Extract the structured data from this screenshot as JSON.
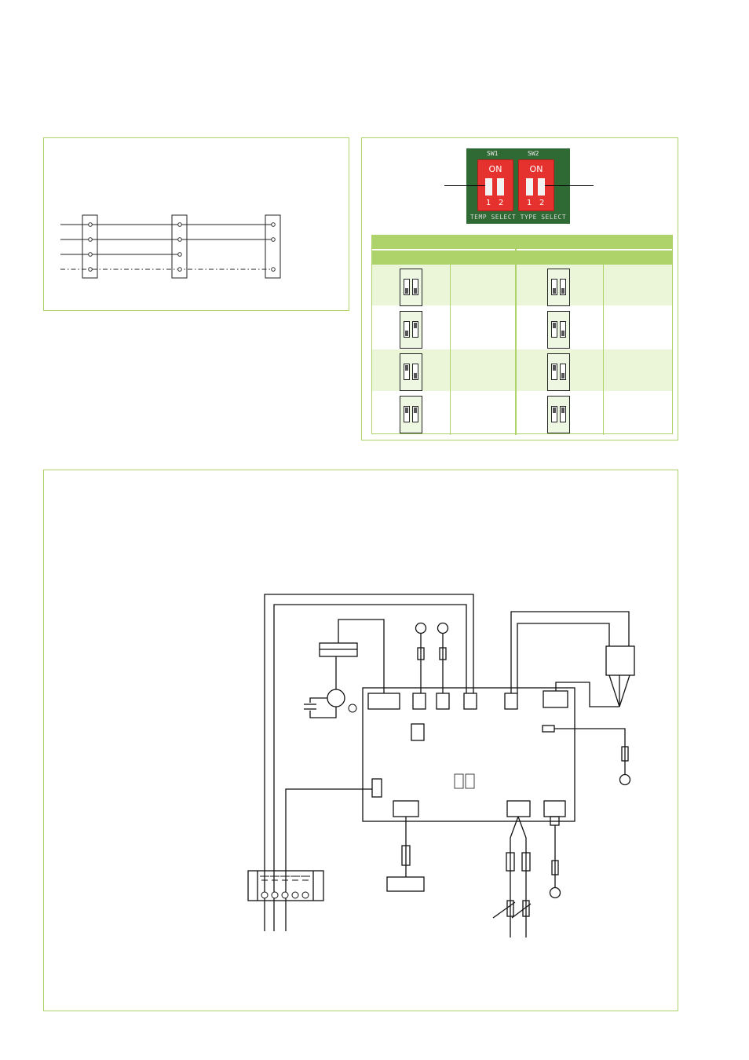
{
  "photo": {
    "sw1_label": "SW1",
    "sw2_label": "SW2",
    "on_label": "ON",
    "pos1": "1",
    "pos2": "2",
    "board_text": "TEMP SELECT  TYPE SELECT"
  },
  "dip_table": {
    "left_column": [
      {
        "sw1": "down",
        "sw2": "down"
      },
      {
        "sw1": "down",
        "sw2": "up"
      },
      {
        "sw1": "up",
        "sw2": "down"
      },
      {
        "sw1": "up",
        "sw2": "up"
      }
    ],
    "right_column": [
      {
        "sw1": "down",
        "sw2": "down"
      },
      {
        "sw1": "up",
        "sw2": "down"
      },
      {
        "sw1": "up",
        "sw2": "down"
      },
      {
        "sw1": "up",
        "sw2": "up"
      }
    ]
  },
  "colors": {
    "accent_green": "#aed36a",
    "row_shade": "#ebf5d8",
    "dip_red": "#e6322e",
    "pcb_green": "#2f6a34"
  }
}
